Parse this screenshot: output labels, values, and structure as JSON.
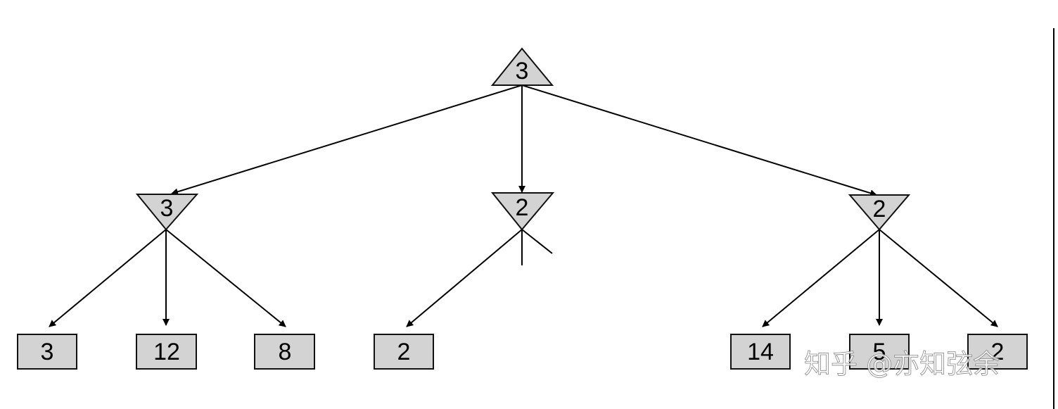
{
  "tree": {
    "root": {
      "value": "3",
      "kind": "max"
    },
    "level1": [
      {
        "value": "3",
        "kind": "min"
      },
      {
        "value": "2",
        "kind": "min"
      },
      {
        "value": "2",
        "kind": "min"
      }
    ],
    "leaves": [
      {
        "value": "3",
        "parent": 0
      },
      {
        "value": "12",
        "parent": 0
      },
      {
        "value": "8",
        "parent": 0
      },
      {
        "value": "2",
        "parent": 1
      },
      {
        "value": "14",
        "parent": 2
      },
      {
        "value": "5",
        "parent": 2
      },
      {
        "value": "2",
        "parent": 2
      }
    ],
    "pruned_branches_under": [
      1
    ]
  },
  "watermark": "知乎 @亦知弦余",
  "colors": {
    "node_fill": "#d3d3d3",
    "edge": "#000000"
  }
}
